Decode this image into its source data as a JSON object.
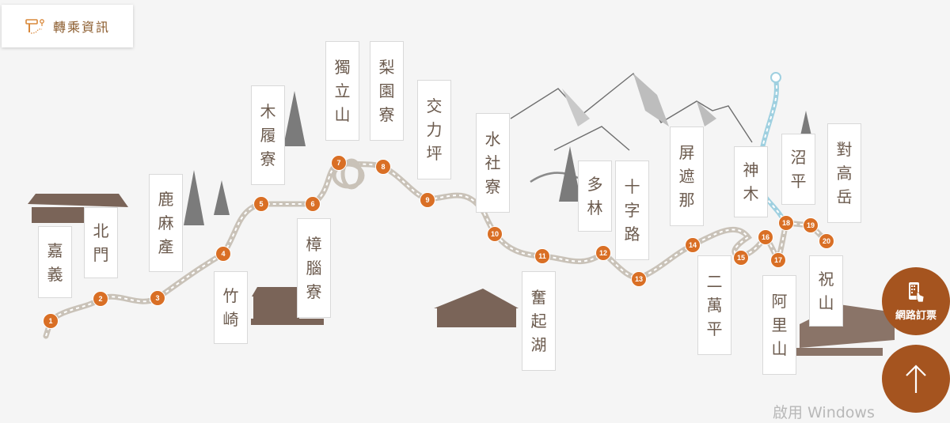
{
  "header": {
    "transfer_button": {
      "label": "轉乘資訊",
      "icon": "signpost-map-icon"
    }
  },
  "colors": {
    "accent": "#d96f25",
    "fab": "#a5541f",
    "track": "#c9c2b8",
    "track_branch": "#9fd0e0",
    "label_text": "#6b5a4d",
    "background": "#f5f5f5"
  },
  "stations": [
    {
      "no": "1",
      "name": "嘉義",
      "chars": [
        "嘉",
        "義"
      ]
    },
    {
      "no": "2",
      "name": "北門",
      "chars": [
        "北",
        "門"
      ]
    },
    {
      "no": "3",
      "name": "鹿麻產",
      "chars": [
        "鹿",
        "麻",
        "產"
      ]
    },
    {
      "no": "4",
      "name": "竹崎",
      "chars": [
        "竹",
        "崎"
      ]
    },
    {
      "no": "5",
      "name": "木履寮",
      "chars": [
        "木",
        "履",
        "寮"
      ]
    },
    {
      "no": "6",
      "name": "樟腦寮",
      "chars": [
        "樟",
        "腦",
        "寮"
      ]
    },
    {
      "no": "7",
      "name": "獨立山",
      "chars": [
        "獨",
        "立",
        "山"
      ]
    },
    {
      "no": "8",
      "name": "梨園寮",
      "chars": [
        "梨",
        "園",
        "寮"
      ]
    },
    {
      "no": "9",
      "name": "交力坪",
      "chars": [
        "交",
        "力",
        "坪"
      ]
    },
    {
      "no": "10",
      "name": "水社寮",
      "chars": [
        "水",
        "社",
        "寮"
      ]
    },
    {
      "no": "11",
      "name": "奮起湖",
      "chars": [
        "奮",
        "起",
        "湖"
      ]
    },
    {
      "no": "12",
      "name": "多林",
      "chars": [
        "多",
        "林"
      ]
    },
    {
      "no": "13",
      "name": "十字路",
      "chars": [
        "十",
        "字",
        "路"
      ]
    },
    {
      "no": "14",
      "name": "屏遮那",
      "chars": [
        "屏",
        "遮",
        "那"
      ]
    },
    {
      "no": "15",
      "name": "二萬平",
      "chars": [
        "二",
        "萬",
        "平"
      ]
    },
    {
      "no": "16",
      "name": "神木",
      "chars": [
        "神",
        "木"
      ]
    },
    {
      "no": "17",
      "name": "阿里山",
      "chars": [
        "阿",
        "里",
        "山"
      ]
    },
    {
      "no": "18",
      "name": "沼平",
      "chars": [
        "沼",
        "平"
      ]
    },
    {
      "no": "19",
      "name": "對高岳",
      "chars": [
        "對",
        "高",
        "岳"
      ]
    },
    {
      "no": "20",
      "name": "祝山",
      "chars": [
        "祝",
        "山"
      ]
    }
  ],
  "fab": {
    "booking": {
      "label": "網路訂票",
      "icon": "phone-touch-icon"
    },
    "top": {
      "icon": "arrow-up-icon"
    }
  },
  "watermark": "啟用 Windows"
}
